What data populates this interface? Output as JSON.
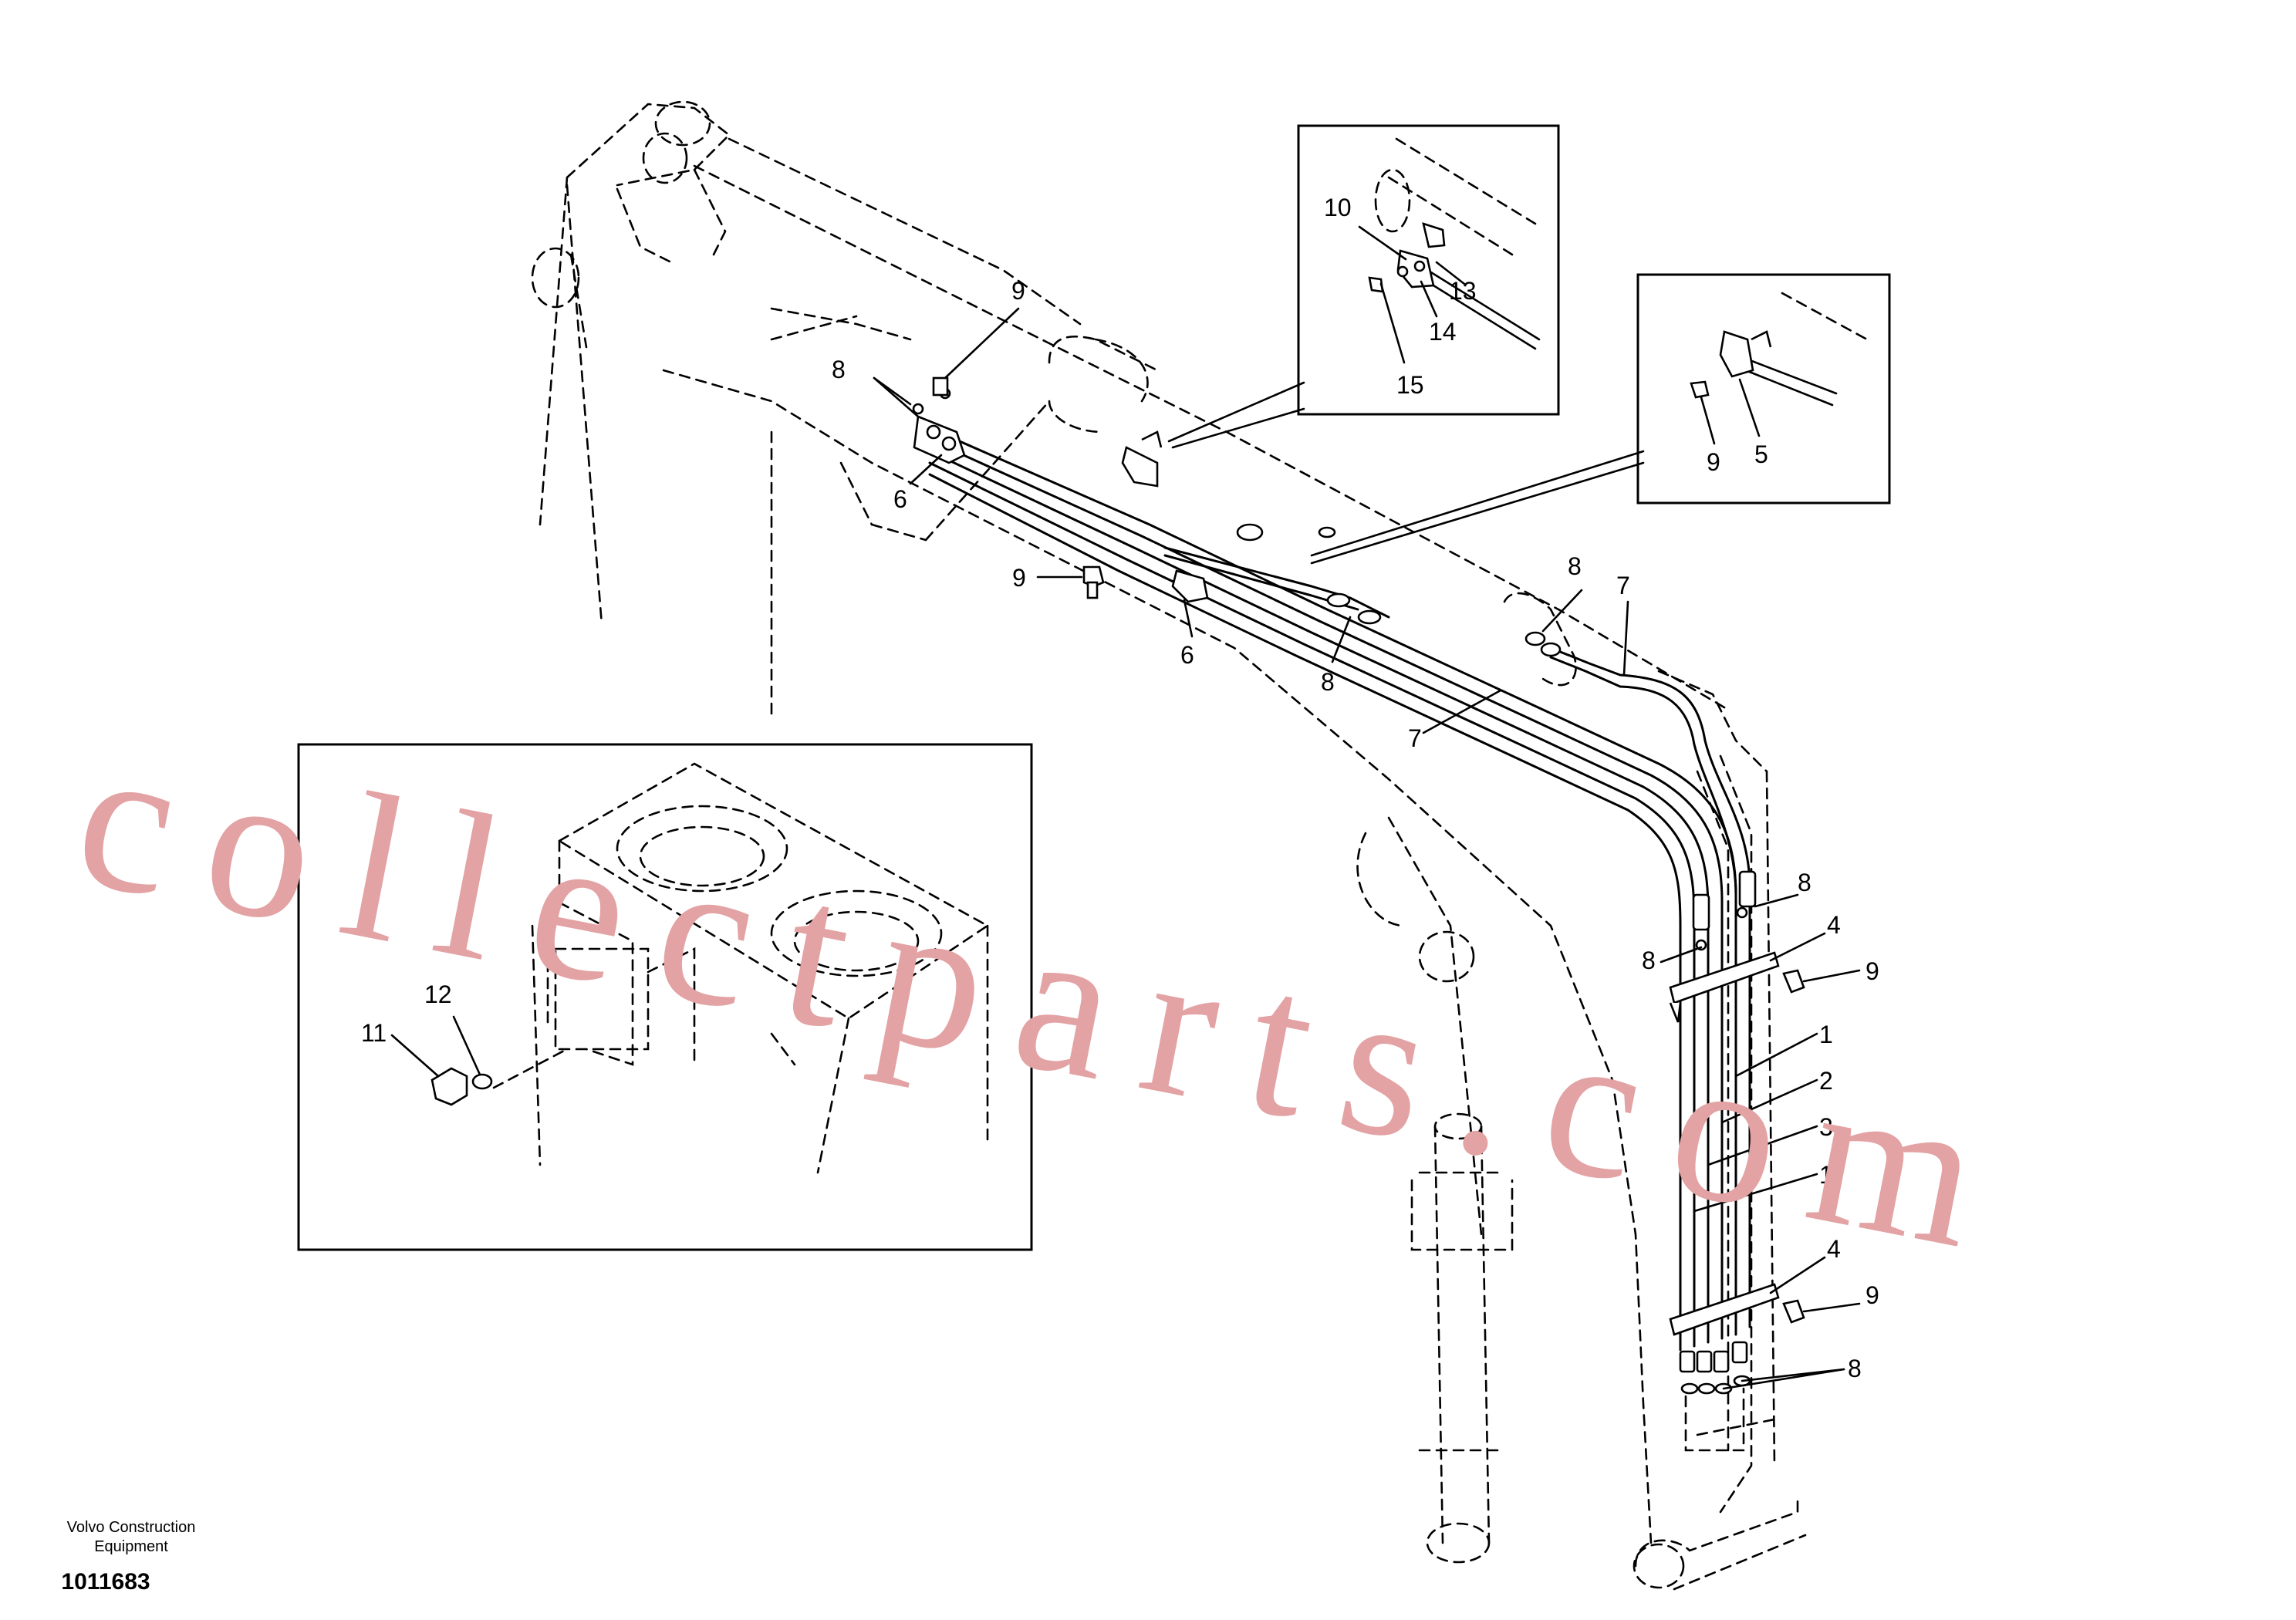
{
  "callouts": {
    "c1": "9",
    "c2": "8",
    "c3": "6",
    "c4": "10",
    "c5": "13",
    "c6": "14",
    "c7": "15",
    "c8": "9",
    "c9": "5",
    "c10": "9",
    "c11": "6",
    "c12": "8",
    "c13": "8",
    "c14": "7",
    "c15": "7",
    "c16": "8",
    "c17": "4",
    "c18": "8",
    "c19": "9",
    "c20": "1",
    "c21": "2",
    "c22": "3",
    "c23": "1",
    "c24": "4",
    "c25": "9",
    "c26": "8",
    "c27": "12",
    "c28": "11"
  },
  "watermark": "collectparts.com",
  "footer": {
    "company_line1": "Volvo Construction",
    "company_line2": "Equipment",
    "doc_number": "1011683"
  },
  "colors": {
    "line": "#000000",
    "watermark": "#e3a2a3",
    "background": "#ffffff"
  }
}
